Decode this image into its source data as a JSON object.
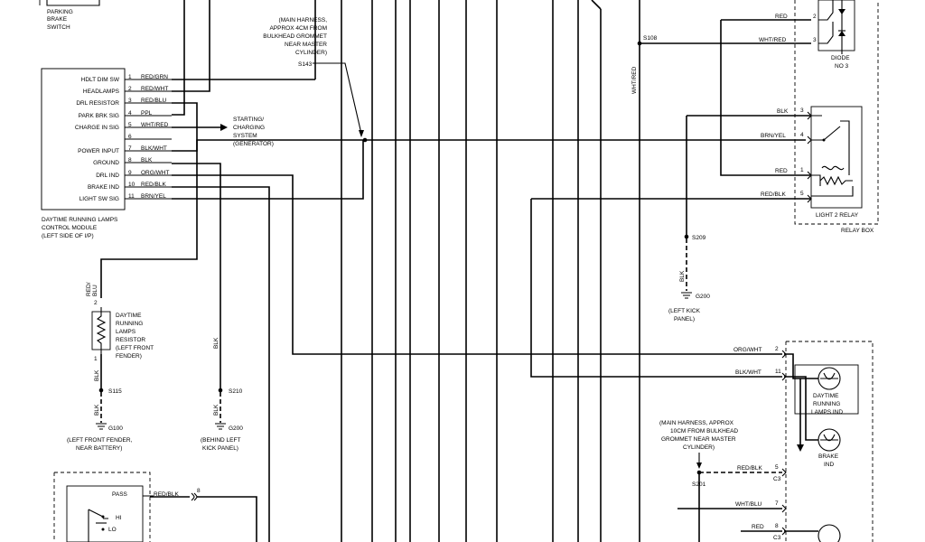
{
  "parking_brake_switch": [
    "PARKING",
    "BRAKE",
    "SWITCH"
  ],
  "splice_s143_note": [
    "(MAIN HARNESS,",
    "APPROX 4CM FROM",
    "BULKHEAD GROMMET",
    "NEAR MASTER",
    "CYLINDER)"
  ],
  "splices": {
    "s143": "S143",
    "s108": "S108",
    "s209": "S209",
    "s115": "S115",
    "s210": "S210",
    "s201": "S201"
  },
  "grounds": {
    "g200_top": "G200",
    "g200_top_loc": [
      "(LEFT KICK",
      "PANEL)"
    ],
    "g100": "G100",
    "g100_loc": [
      "(LEFT FRONT FENDER,",
      "NEAR BATTERY)"
    ],
    "g200_bottom": "G200",
    "g200_bottom_loc": [
      "(BEHIND LEFT",
      "KICK PANEL)"
    ]
  },
  "module": {
    "pins": [
      {
        "label": "HDLT DIM SW",
        "num": "1",
        "wire": "RED/GRN"
      },
      {
        "label": "HEADLAMPS",
        "num": "2",
        "wire": "RED/WHT"
      },
      {
        "label": "DRL RESISTOR",
        "num": "3",
        "wire": "RED/BLU"
      },
      {
        "label": "PARK BRK SIG",
        "num": "4",
        "wire": "PPL"
      },
      {
        "label": "CHARGE IN SIG",
        "num": "5",
        "wire": "WHT/RED"
      },
      {
        "label": "",
        "num": "6",
        "wire": ""
      },
      {
        "label": "POWER INPUT",
        "num": "7",
        "wire": "BLK/WHT"
      },
      {
        "label": "GROUND",
        "num": "8",
        "wire": "BLK"
      },
      {
        "label": "DRL IND",
        "num": "9",
        "wire": "ORG/WHT"
      },
      {
        "label": "BRAKE IND",
        "num": "10",
        "wire": "RED/BLK"
      },
      {
        "label": "LIGHT SW SIG",
        "num": "11",
        "wire": "BRN/YEL"
      }
    ],
    "caption": [
      "DAYTIME RUNNING LAMPS",
      "CONTROL MODULE",
      "(LEFT SIDE OF I/P)"
    ]
  },
  "starting_system": [
    "STARTING/",
    "CHARGING",
    "SYSTEM",
    "(GENERATOR)"
  ],
  "resistor": {
    "wire_top": [
      "RED/",
      "BLU"
    ],
    "pin_top": "2",
    "pin_bottom": "1",
    "wire_bottom": "BLK",
    "label": [
      "DAYTIME",
      "RUNNING",
      "LAMPS",
      "RESISTOR",
      "(LEFT FRONT",
      "FENDER)"
    ]
  },
  "wire_colors": {
    "blk_a": "BLK",
    "blk_b": "BLK",
    "blk_c": "BLK",
    "blk_d": "BLK",
    "wht_red_vertical": "WHT/RED"
  },
  "relay_box": {
    "diode_pins": [
      {
        "wire": "RED",
        "num": "2"
      },
      {
        "wire": "WHT/RED",
        "num": "3"
      }
    ],
    "diode_label": [
      "DIODE",
      "NO 3"
    ],
    "relay_pins": [
      {
        "wire": "BLK",
        "num": "3"
      },
      {
        "wire": "BRN/YEL",
        "num": "4"
      },
      {
        "wire": "RED",
        "num": "1"
      },
      {
        "wire": "RED/BLK",
        "num": "5"
      }
    ],
    "relay_label": "LIGHT 2 RELAY",
    "box_label": "RELAY BOX"
  },
  "cluster": {
    "pins": [
      {
        "wire": "ORG/WHT",
        "num": "2"
      },
      {
        "wire": "BLK/WHT",
        "num": "11"
      },
      {
        "wire": "RED/BLK",
        "num": "5",
        "conn": "C3"
      },
      {
        "wire": "WHT/BLU",
        "num": "7"
      },
      {
        "wire": "RED",
        "num": "8",
        "conn": "C3"
      }
    ],
    "drl_ind_label": [
      "DAYTIME",
      "RUNNING",
      "LAMPS IND"
    ],
    "brake_ind_label": [
      "BRAKE",
      "IND"
    ]
  },
  "s201_note": [
    "(MAIN HARNESS, APPROX",
    "10CM FROM BULKHEAD",
    "GROMMET NEAR MASTER",
    "CYLINDER)"
  ],
  "bottom_switch": {
    "pass": "PASS",
    "hi": "HI",
    "lo": "LO",
    "wire": "RED/BLK",
    "num": "8"
  }
}
